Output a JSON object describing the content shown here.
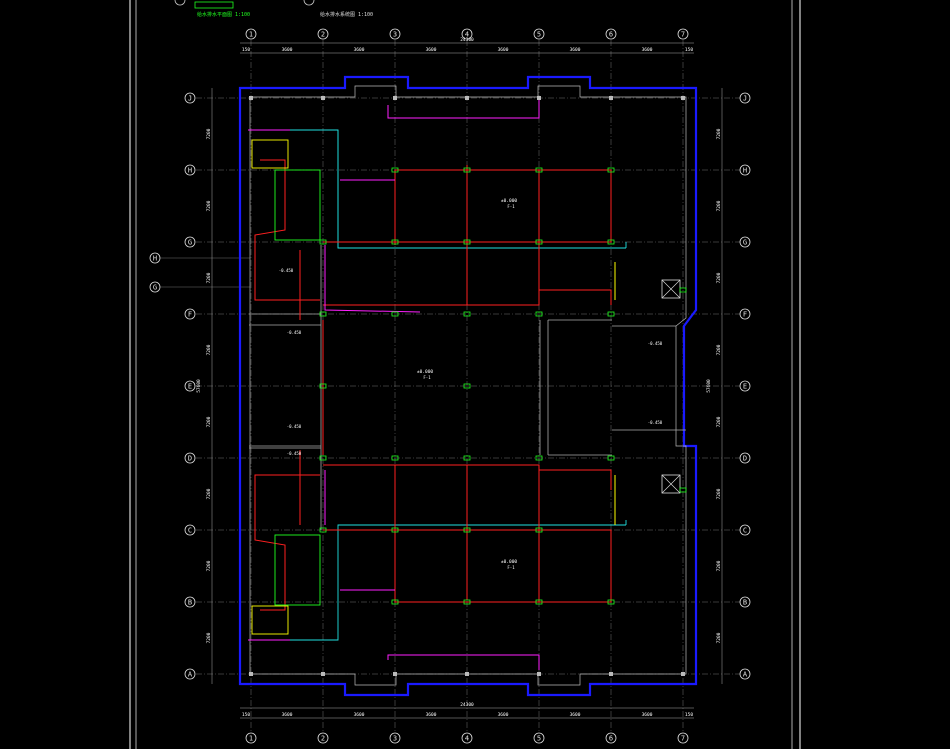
{
  "colors": {
    "background": "#000000",
    "frame": "#d8d8d8",
    "wall_outer": "#1a1aff",
    "grid_line": "#8a8a8a",
    "grid_bubble": "#e0e0e0",
    "pipe_red": "#ff2020",
    "pipe_magenta": "#ff20ff",
    "pipe_cyan": "#20e0e0",
    "pipe_green": "#20ff20",
    "pipe_yellow": "#ffff00",
    "dim_text": "#ffffff"
  },
  "title_block": {
    "note_left": "给水排水平面图 1:100",
    "note_right": "给水排水系统图 1:100"
  },
  "axes": {
    "columns": [
      "1",
      "2",
      "3",
      "4",
      "5",
      "6",
      "7"
    ],
    "rows": [
      "J",
      "H",
      "G",
      "F",
      "E",
      "D",
      "C",
      "B",
      "A"
    ],
    "side_markers": [
      "H",
      "G"
    ]
  },
  "dimensions": {
    "top_total": "24300",
    "top_segments": [
      "3600",
      "3600",
      "3600",
      "3600",
      "3600",
      "3600"
    ],
    "bottom_total": "24300",
    "bottom_segments": [
      "3600",
      "3600",
      "3600",
      "3600",
      "3600",
      "3600"
    ],
    "edge_small": "150",
    "side_total": "57600",
    "side_segments": [
      "7200",
      "7200",
      "7200",
      "7200",
      "7200",
      "7200",
      "7200",
      "7200"
    ]
  },
  "room_labels": [
    {
      "id": "room-north",
      "elev": "±0.000",
      "sub": "F-1"
    },
    {
      "id": "room-center",
      "elev": "±0.000",
      "sub": "F-1"
    },
    {
      "id": "room-south",
      "elev": "±0.000",
      "sub": "F-1"
    }
  ],
  "elev_labels": [
    "-0.450",
    "-0.450",
    "-0.450",
    "-0.450",
    "-0.450",
    "-0.450"
  ]
}
